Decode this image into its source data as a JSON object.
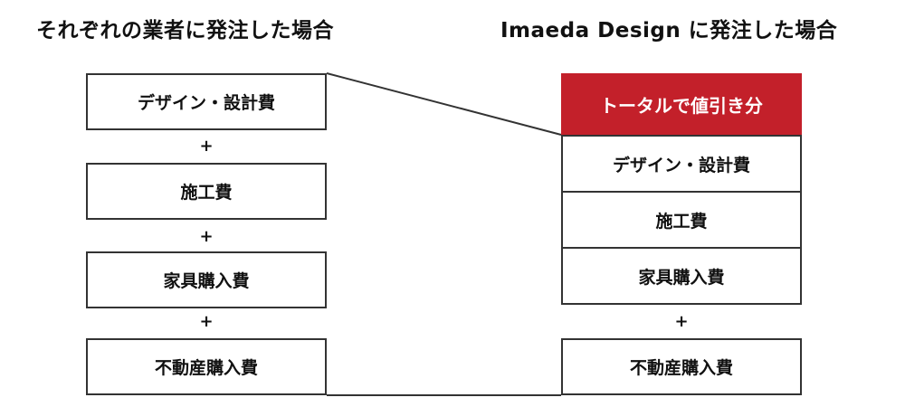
{
  "headings": {
    "left": "それぞれの業者に発注した場合",
    "right": "Imaeda Design に発注した場合"
  },
  "left_column": {
    "items": [
      "デザイン・設計費",
      "施工費",
      "家具購入費",
      "不動産購入費"
    ],
    "operator": "+"
  },
  "right_column": {
    "discount_label": "トータルで値引き分",
    "items": [
      "デザイン・設計費",
      "施工費",
      "家具購入費",
      "不動産購入費"
    ],
    "operator": "+"
  },
  "colors": {
    "discount_fill": "#c3202a",
    "border": "#333333",
    "text": "#111111"
  }
}
